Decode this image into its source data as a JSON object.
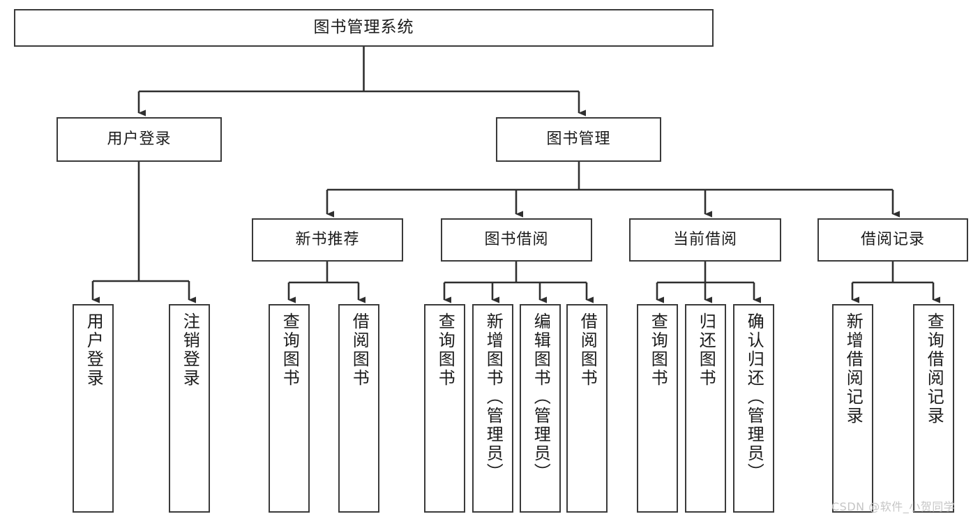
{
  "diagram": {
    "title_box": {
      "label": "图书管理系统"
    },
    "level2": [
      {
        "label": "用户登录"
      },
      {
        "label": "图书管理"
      }
    ],
    "level3": [
      {
        "label": "新书推荐"
      },
      {
        "label": "图书借阅"
      },
      {
        "label": "当前借阅"
      },
      {
        "label": "借阅记录"
      }
    ],
    "leaves": {
      "user_login": [
        {
          "label": "用户登录"
        },
        {
          "label": "注销登录"
        }
      ],
      "new_book_recommend": [
        {
          "label": "查询图书"
        },
        {
          "label": "借阅图书"
        }
      ],
      "book_borrow": [
        {
          "label": "查询图书"
        },
        {
          "label": "新增图书（管理员）"
        },
        {
          "label": "编辑图书（管理员）"
        },
        {
          "label": "借阅图书"
        }
      ],
      "current_borrow": [
        {
          "label": "查询图书"
        },
        {
          "label": "归还图书"
        },
        {
          "label": "确认归还（管理员）"
        }
      ],
      "borrow_record": [
        {
          "label": "新增借阅记录"
        },
        {
          "label": "查询借阅记录"
        }
      ]
    }
  },
  "watermark": {
    "text": "CSDN @软件_小贺同学"
  },
  "colors": {
    "box_border": "#3a3a3a",
    "box_fill": "#ffffff",
    "text": "#1b1b1b",
    "edge": "#2f2f2f",
    "watermark": "#c6c6c6"
  }
}
